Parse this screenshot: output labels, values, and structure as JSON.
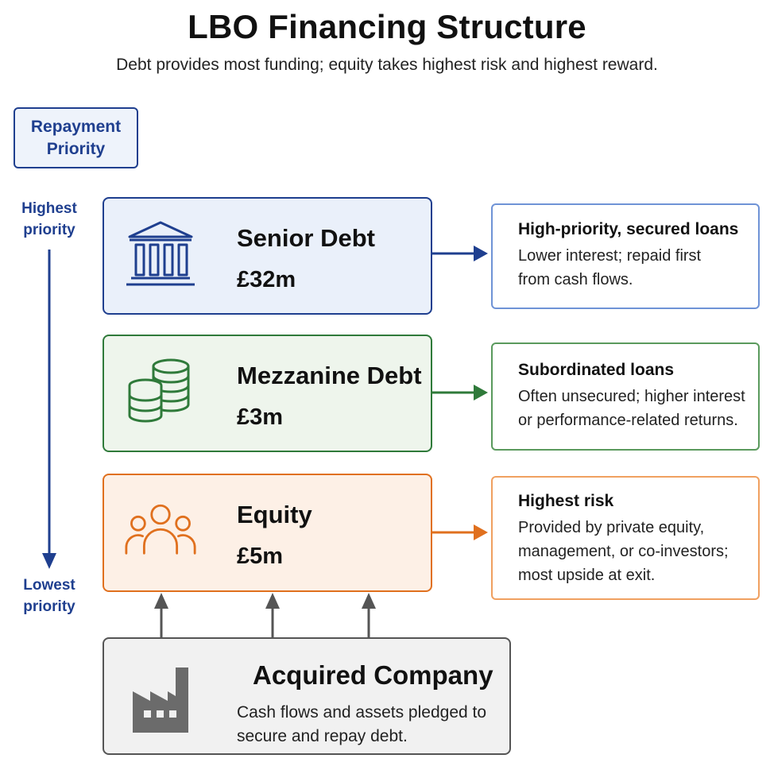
{
  "title": "LBO Financing Structure",
  "subtitle": "Debt provides most funding; equity takes highest risk and highest reward.",
  "priority_axis": {
    "label_line1": "Repayment",
    "label_line2": "Priority",
    "top_line1": "Highest",
    "top_line2": "priority",
    "bottom_line1": "Lowest",
    "bottom_line2": "priority"
  },
  "tiers": [
    {
      "name": "Senior Debt",
      "amount": "£32m",
      "icon": "bank-icon",
      "color": "#1f3f8f",
      "desc_heading": "High-priority, secured loans",
      "desc_line1": "Lower interest; repaid first",
      "desc_line2": "from cash flows."
    },
    {
      "name": "Mezzanine Debt",
      "amount": "£3m",
      "icon": "coins-icon",
      "color": "#2f7a3a",
      "desc_heading": "Subordinated loans",
      "desc_line1": "Often unsecured; higher interest",
      "desc_line2": "or performance-related returns."
    },
    {
      "name": "Equity",
      "amount": "£5m",
      "icon": "people-icon",
      "color": "#e0701e",
      "desc_heading": "Highest risk",
      "desc_line1": "Provided by private equity,",
      "desc_line2": "management, or co-investors;",
      "desc_line3": "most upside at exit."
    }
  ],
  "company": {
    "name": "Acquired Company",
    "icon": "factory-icon",
    "desc_line1": "Cash flows and assets pledged to",
    "desc_line2": "secure and repay debt."
  }
}
